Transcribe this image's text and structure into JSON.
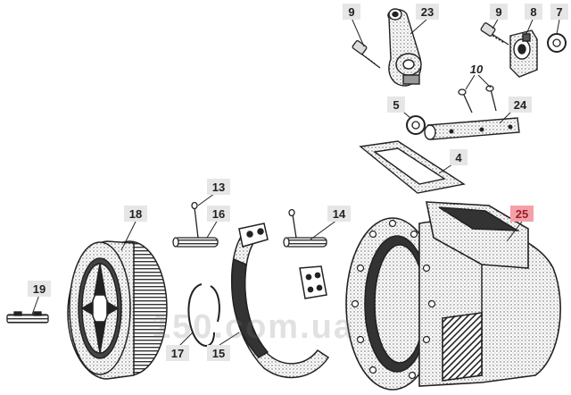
{
  "diagram": {
    "colors": {
      "ink": "#222222",
      "label_bg": "#e6e6e6",
      "highlight_bg": "#f4a0a8",
      "highlight_text": "#9a1f2a"
    },
    "callouts": {
      "c9a": "9",
      "c23": "23",
      "c9b": "9",
      "c8": "8",
      "c7": "7",
      "c10": "10",
      "c5": "5",
      "c24": "24",
      "c4": "4",
      "c13": "13",
      "c16": "16",
      "c18": "18",
      "c14": "14",
      "c25": "25",
      "c19": "19",
      "c17": "17",
      "c15": "15"
    },
    "highlighted_callout": "25",
    "watermark": "150.com.ua"
  }
}
